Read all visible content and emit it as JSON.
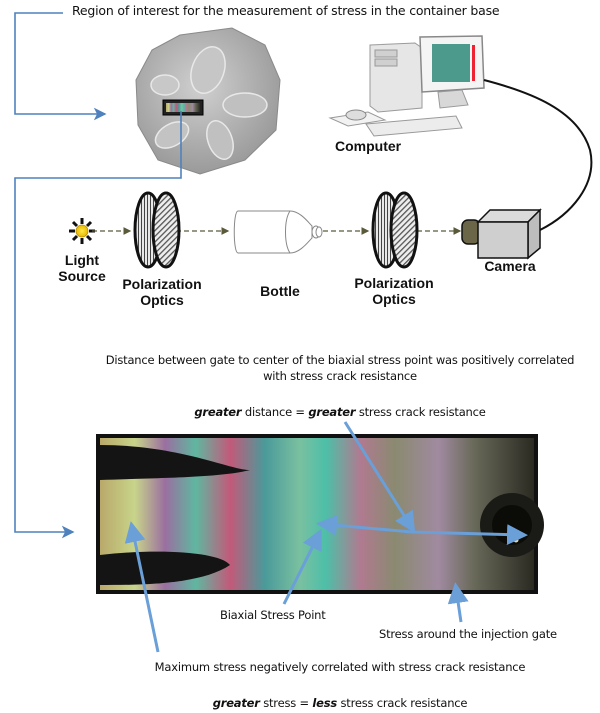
{
  "top_caption": "Region of interest for the measurement of stress in the container base",
  "components": {
    "computer": "Computer",
    "light_source": [
      "Light",
      "Source"
    ],
    "polarizer_1": [
      "Polarization",
      "Optics"
    ],
    "bottle": "Bottle",
    "polarizer_2": [
      "Polarization",
      "Optics"
    ],
    "camera": "Camera"
  },
  "finding_1": {
    "line1": "Distance between gate to center of the biaxial stress point was positively correlated",
    "line2": "with stress crack resistance",
    "rule_em1": "greater",
    "rule_mid": " distance = ",
    "rule_em2": "greater",
    "rule_end": " stress crack resistance"
  },
  "image_labels": {
    "biaxial": "Biaxial Stress Point",
    "gate": "Stress around the injection gate"
  },
  "finding_2": {
    "line1": "Maximum stress negatively correlated with stress crack resistance",
    "rule_em1": "greater",
    "rule_mid": " stress = ",
    "rule_em2": "less",
    "rule_end": " stress crack resistance"
  },
  "colors": {
    "connector": "#4f81bd",
    "arrow": "#6a9fd8",
    "beam": "#5a5a3a"
  }
}
